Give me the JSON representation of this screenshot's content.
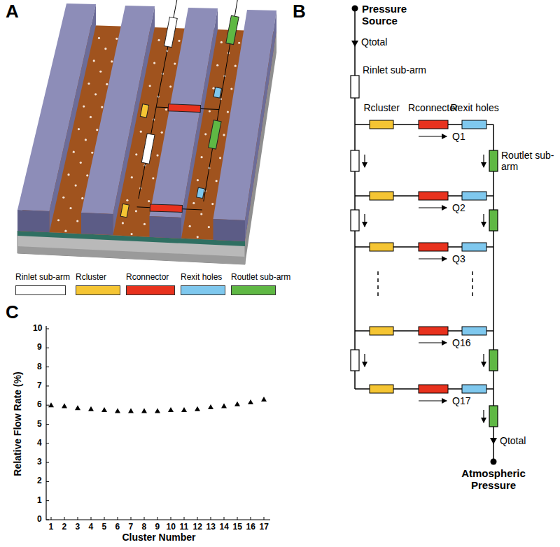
{
  "diagram": {
    "labels": [
      "A",
      "B",
      "C",
      "Pressure Source",
      "Qtotal",
      "Rinlet sub-arm",
      "Rcluster",
      "Rconnector",
      "Rexit holes",
      "Q1",
      "Routlet sub-arm",
      "Q2",
      "Q3",
      "Q16",
      "Q17",
      "Qtotal",
      "Atmospheric Pressure",
      "Relative Flow Rate (%)",
      "Cluster Number",
      "0",
      "1",
      "2",
      "3",
      "4",
      "5",
      "6",
      "7",
      "8",
      "9",
      "10",
      "1",
      "2",
      "3",
      "4",
      "5",
      "6",
      "7",
      "8",
      "9",
      "10",
      "11",
      "12",
      "13",
      "14",
      "15",
      "16",
      "17"
    ],
    "legend": [
      {
        "text": "Rinlet sub-arm",
        "color": "#ffffff"
      },
      {
        "text": "Rcluster",
        "color": "#f5c533"
      },
      {
        "text": "Rconnector",
        "color": "#e8321e"
      },
      {
        "text": "Rexit holes",
        "color": "#7fc8ee"
      },
      {
        "text": "Routlet sub-arm",
        "color": "#5fb844"
      }
    ]
  }
}
